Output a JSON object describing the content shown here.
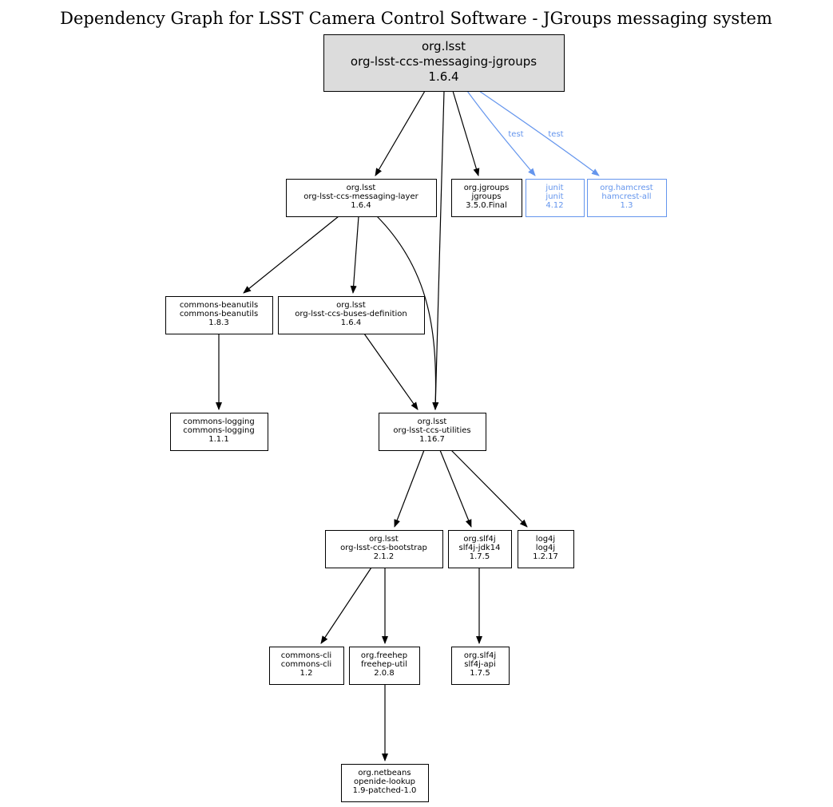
{
  "title": "Dependency Graph for LSST Camera Control Software - JGroups messaging system",
  "colors": {
    "root_fill": "#dcdcdc",
    "test": "#6495ed",
    "normal": "#000000"
  },
  "nodes": [
    {
      "id": "root",
      "kind": "root",
      "lines": [
        "org.lsst",
        "org-lsst-ccs-messaging-jgroups",
        "1.6.4"
      ]
    },
    {
      "id": "layer",
      "kind": "normal",
      "lines": [
        "org.lsst",
        "org-lsst-ccs-messaging-layer",
        "1.6.4"
      ]
    },
    {
      "id": "jgroups",
      "kind": "normal",
      "lines": [
        "org.jgroups",
        "jgroups",
        "3.5.0.Final"
      ]
    },
    {
      "id": "junit",
      "kind": "test",
      "lines": [
        "junit",
        "junit",
        "4.12"
      ]
    },
    {
      "id": "hamcrest",
      "kind": "test",
      "lines": [
        "org.hamcrest",
        "hamcrest-all",
        "1.3"
      ]
    },
    {
      "id": "beanutils",
      "kind": "normal",
      "lines": [
        "commons-beanutils",
        "commons-beanutils",
        "1.8.3"
      ]
    },
    {
      "id": "buses",
      "kind": "normal",
      "lines": [
        "org.lsst",
        "org-lsst-ccs-buses-definition",
        "1.6.4"
      ]
    },
    {
      "id": "logging",
      "kind": "normal",
      "lines": [
        "commons-logging",
        "commons-logging",
        "1.1.1"
      ]
    },
    {
      "id": "utilities",
      "kind": "normal",
      "lines": [
        "org.lsst",
        "org-lsst-ccs-utilities",
        "1.16.7"
      ]
    },
    {
      "id": "bootstrap",
      "kind": "normal",
      "lines": [
        "org.lsst",
        "org-lsst-ccs-bootstrap",
        "2.1.2"
      ]
    },
    {
      "id": "jdk14",
      "kind": "normal",
      "lines": [
        "org.slf4j",
        "slf4j-jdk14",
        "1.7.5"
      ]
    },
    {
      "id": "log4j",
      "kind": "normal",
      "lines": [
        "log4j",
        "log4j",
        "1.2.17"
      ]
    },
    {
      "id": "cli",
      "kind": "normal",
      "lines": [
        "commons-cli",
        "commons-cli",
        "1.2"
      ]
    },
    {
      "id": "freehep",
      "kind": "normal",
      "lines": [
        "org.freehep",
        "freehep-util",
        "2.0.8"
      ]
    },
    {
      "id": "slf4japi",
      "kind": "normal",
      "lines": [
        "org.slf4j",
        "slf4j-api",
        "1.7.5"
      ]
    },
    {
      "id": "lookup",
      "kind": "normal",
      "lines": [
        "org.netbeans",
        "openide-lookup",
        "1.9-patched-1.0"
      ]
    }
  ],
  "edges": [
    {
      "from": "root",
      "to": "layer",
      "kind": "normal"
    },
    {
      "from": "root",
      "to": "utilities",
      "kind": "normal"
    },
    {
      "from": "root",
      "to": "jgroups",
      "kind": "normal"
    },
    {
      "from": "root",
      "to": "junit",
      "kind": "test",
      "label": "test"
    },
    {
      "from": "root",
      "to": "hamcrest",
      "kind": "test",
      "label": "test"
    },
    {
      "from": "layer",
      "to": "beanutils",
      "kind": "normal"
    },
    {
      "from": "layer",
      "to": "buses",
      "kind": "normal"
    },
    {
      "from": "layer",
      "to": "utilities",
      "kind": "normal"
    },
    {
      "from": "beanutils",
      "to": "logging",
      "kind": "normal"
    },
    {
      "from": "buses",
      "to": "utilities",
      "kind": "normal"
    },
    {
      "from": "utilities",
      "to": "bootstrap",
      "kind": "normal"
    },
    {
      "from": "utilities",
      "to": "jdk14",
      "kind": "normal"
    },
    {
      "from": "utilities",
      "to": "log4j",
      "kind": "normal"
    },
    {
      "from": "bootstrap",
      "to": "cli",
      "kind": "normal"
    },
    {
      "from": "bootstrap",
      "to": "freehep",
      "kind": "normal"
    },
    {
      "from": "jdk14",
      "to": "slf4japi",
      "kind": "normal"
    },
    {
      "from": "freehep",
      "to": "lookup",
      "kind": "normal"
    }
  ]
}
